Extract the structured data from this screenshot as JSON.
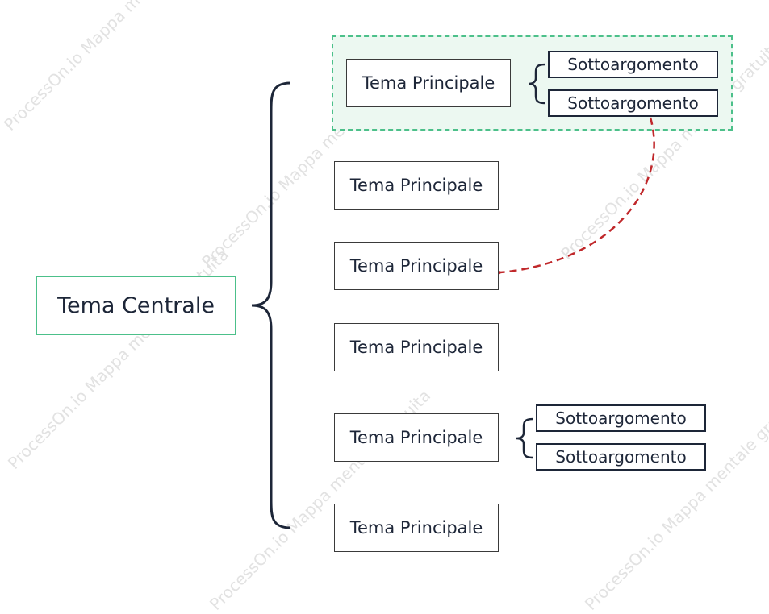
{
  "watermark": "ProcessOn.io Mappa mentale gratuita",
  "colors": {
    "central_border": "#4cc08a",
    "selection_fill": "#ecf8f1",
    "brace": "#1d2638",
    "relation_arrow": "#c0282b"
  },
  "diagram": {
    "central": {
      "label": "Tema Centrale"
    },
    "topics": [
      {
        "label": "Tema Principale",
        "subtopics": [
          "Sottoargomento",
          "Sottoargomento"
        ]
      },
      {
        "label": "Tema Principale",
        "subtopics": []
      },
      {
        "label": "Tema Principale",
        "subtopics": []
      },
      {
        "label": "Tema Principale",
        "subtopics": []
      },
      {
        "label": "Tema Principale",
        "subtopics": [
          "Sottoargomento",
          "Sottoargomento"
        ]
      },
      {
        "label": "Tema Principale",
        "subtopics": []
      }
    ]
  }
}
